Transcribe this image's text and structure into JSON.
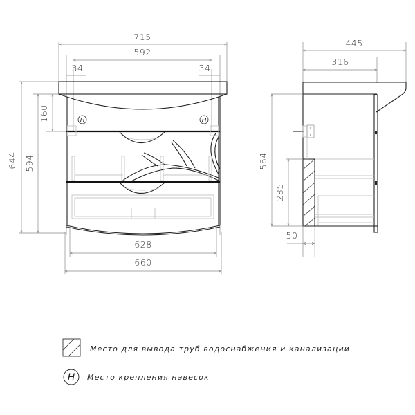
{
  "front_view": {
    "dimensions": {
      "overall_width": "715",
      "inner_width": "592",
      "left_offset": "34",
      "right_offset": "34",
      "total_height": "644",
      "body_height": "594",
      "top_gap": "160",
      "bottom_inner_width": "628",
      "bottom_outer_width": "660"
    },
    "hanger_marker_label": "H"
  },
  "side_view": {
    "dimensions": {
      "overall_depth": "445",
      "body_depth": "316",
      "body_height": "564",
      "pipe_zone_height": "285",
      "pipe_zone_depth": "50"
    }
  },
  "legend": {
    "items": [
      {
        "symbol": "hatched-square",
        "text": "Место для вывода труб водоснабжения и канализации"
      },
      {
        "symbol": "circled-h",
        "label": "H",
        "text": "Место крепления навесок"
      }
    ]
  },
  "colors": {
    "line": "#222222",
    "dimension_line": "#8a8a8a",
    "hidden_line": "#c4c4c4",
    "background": "#ffffff"
  }
}
